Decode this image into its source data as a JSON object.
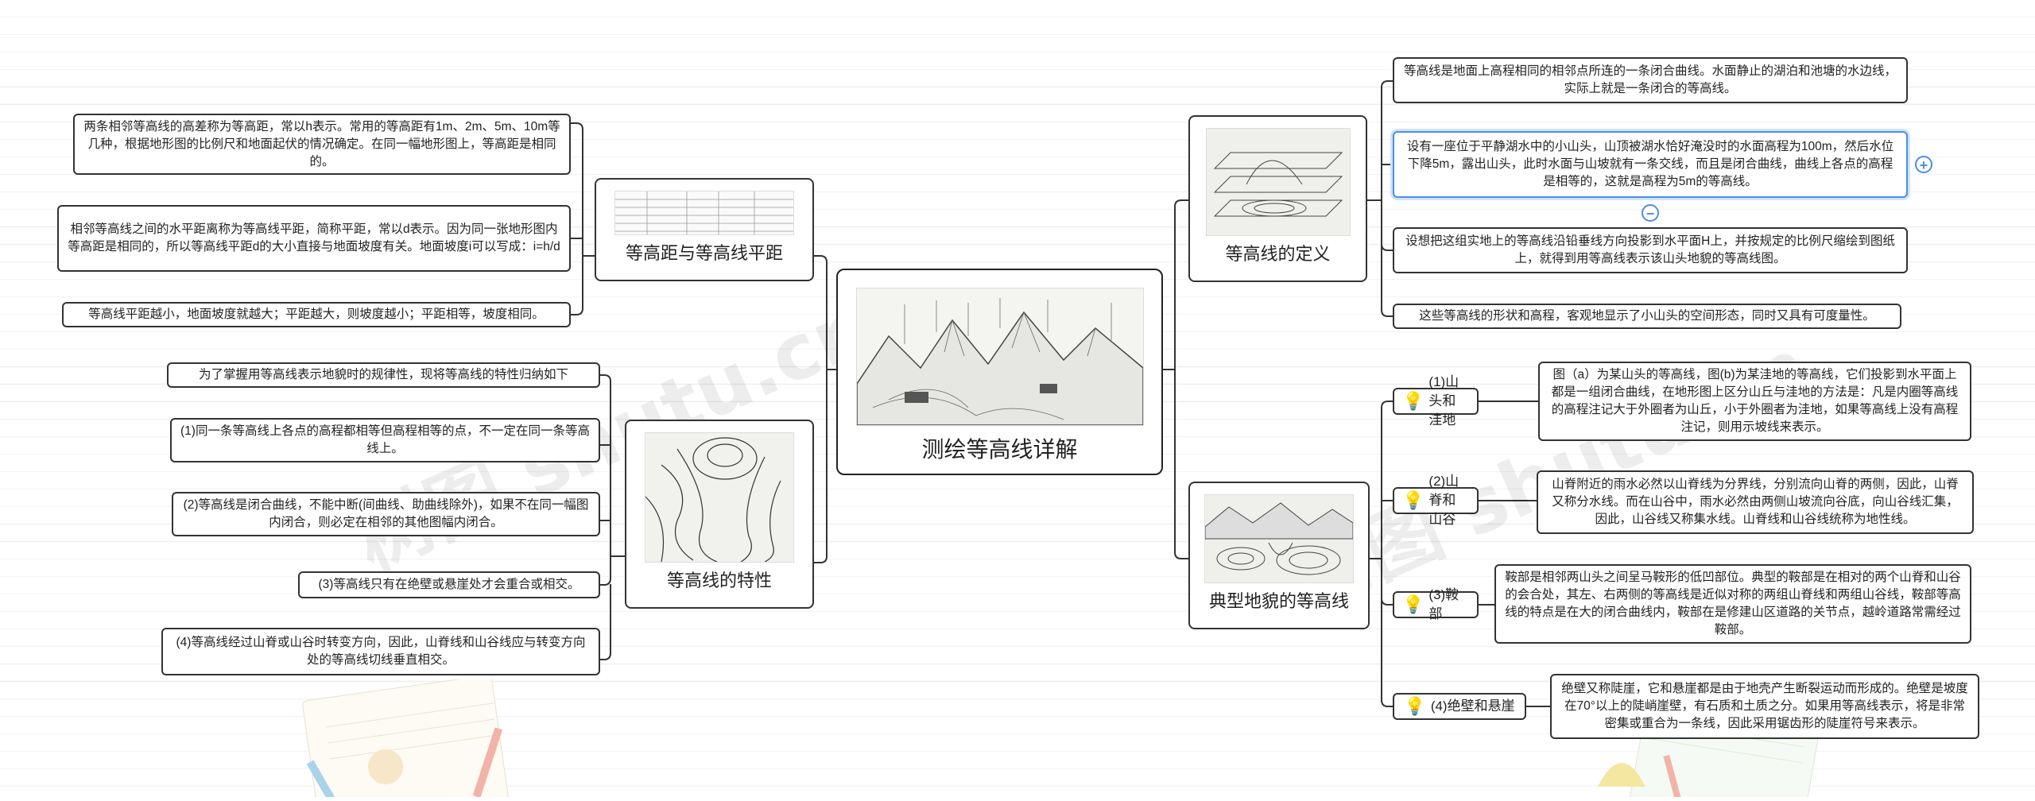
{
  "center": {
    "title": "测绘等高线详解"
  },
  "watermarks": [
    "树图 shutu.cn",
    "树图 shutu.cn"
  ],
  "left_top": {
    "title": "等高距与等高线平距",
    "items": [
      "两条相邻等高线的高差称为等高距，常以h表示。常用的等高距有1m、2m、5m、10m等几种，根据地形图的比例尺和地面起伏的情况确定。在同一幅地形图上，等高距是相同的。",
      "相邻等高线之间的水平距离称为等高线平距，简称平距，常以d表示。因为同一张地形图内等高距是相同的，所以等高线平距d的大小直接与地面坡度有关。地面坡度i可以写成：i=h/d",
      "等高线平距越小，地面坡度就越大；平距越大，则坡度越小；平距相等，坡度相同。"
    ]
  },
  "left_bottom": {
    "title": "等高线的特性",
    "items": [
      "为了掌握用等高线表示地貌时的规律性，现将等高线的特性归纳如下",
      "(1)同一条等高线上各点的高程都相等但高程相等的点，不一定在同一条等高线上。",
      "(2)等高线是闭合曲线，不能中断(间曲线、助曲线除外)，如果不在同一幅图内闭合，则必定在相邻的其他图幅内闭合。",
      "(3)等高线只有在绝壁或悬崖处才会重合或相交。",
      "(4)等高线经过山脊或山谷时转变方向，因此，山脊线和山谷线应与转变方向处的等高线切线垂直相交。"
    ]
  },
  "right_top": {
    "title": "等高线的定义",
    "items": [
      "等高线是地面上高程相同的相邻点所连的一条闭合曲线。水面静止的湖泊和池塘的水边线，实际上就是一条闭合的等高线。",
      "设有一座位于平静湖水中的小山头，山顶被湖水恰好淹没时的水面高程为100m，然后水位下降5m，露出山头，此时水面与山坡就有一条交线，而且是闭合曲线，曲线上各点的高程是相等的，这就是高程为5m的等高线。",
      "设想把这组实地上的等高线沿铅垂线方向投影到水平面H上，并按规定的比例尺缩绘到图纸上，就得到用等高线表示该山头地貌的等高线图。",
      "这些等高线的形状和高程，客观地显示了小山头的空间形态，同时又具有可度量性。"
    ]
  },
  "right_bottom": {
    "title": "典型地貌的等高线",
    "subs": [
      {
        "label": "(1)山头和洼地",
        "text": "图（a）为某山头的等高线，图(b)为某洼地的等高线，它们投影到水平面上都是一组闭合曲线，在地形图上区分山丘与洼地的方法是：凡是内圈等高线的高程注记大于外圈者为山丘，小于外圈者为洼地，如果等高线上没有高程注记，则用示坡线来表示。"
      },
      {
        "label": "(2)山脊和山谷",
        "text": "山脊附近的雨水必然以山脊线为分界线，分别流向山脊的两侧，因此，山脊又称分水线。而在山谷中，雨水必然由两侧山坡流向谷底，向山谷线汇集，因此，山谷线又称集水线。山脊线和山谷线统称为地性线。"
      },
      {
        "label": "(3)鞍部",
        "text": "鞍部是相邻两山头之间呈马鞍形的低凹部位。典型的鞍部是在相对的两个山脊和山谷的会合处，其左、右两侧的等高线是近似对称的两组山脊线和两组山谷线，鞍部等高线的特点是在大的闭合曲线内，鞍部在是修建山区道路的关节点，越岭道路常需经过鞍部。"
      },
      {
        "label": "(4)绝壁和悬崖",
        "text": "绝壁又称陡崖，它和悬崖都是由于地壳产生断裂运动而形成的。绝壁是坡度在70°以上的陡峭崖壁，有石质和土质之分。如果用等高线表示，将是非常密集或重合为一条线，因此采用锯齿形的陡崖符号来表示。"
      }
    ]
  },
  "icons": {
    "bulb": "lightbulb-icon",
    "plus": "+",
    "minus": "−"
  }
}
